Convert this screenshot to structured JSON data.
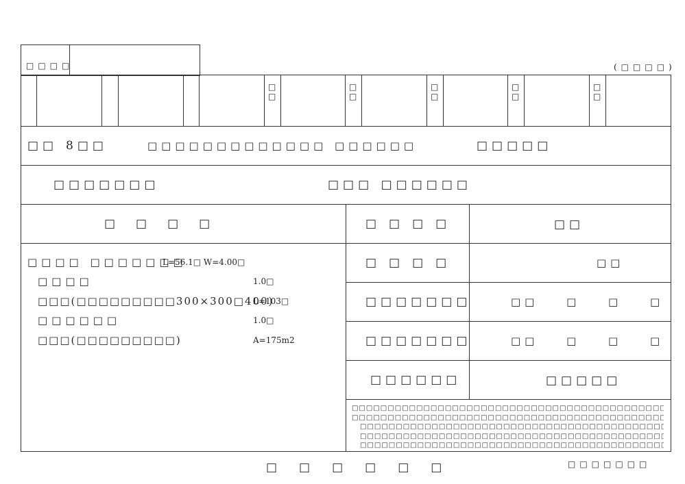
{
  "header": {
    "label_box": "□□□□",
    "top_right_note": "(□□□□)"
  },
  "stamp_row": {
    "vertical_marks": [
      "□□",
      "□□",
      "□□",
      "□□",
      "□□"
    ]
  },
  "title_row": {
    "prefix": "□□",
    "number": "8□□",
    "project_title": "□□□□□□□□□□□□□ □□□□□□",
    "right_text": "□□□□□"
  },
  "location_row": {
    "left_text": "□□□□□□□",
    "right_text": "□□□ □□□□□□"
  },
  "left_panel": {
    "header": "□□□□",
    "items": [
      {
        "name": "□□□□ □□□□□□□",
        "value": "L=56.1□ W=4.00□"
      },
      {
        "name": "□□□□",
        "value": "1.0□"
      },
      {
        "name": "□□□(□□□□□□□□□300×300□400)",
        "value": "L=103□"
      },
      {
        "name": "□□□□□□",
        "value": "1.0□"
      },
      {
        "name": "□□□(□□□□□□□□□)",
        "value": "A=175m2"
      }
    ]
  },
  "right_panel": {
    "rows": [
      {
        "label": "□□□□",
        "value": "□□"
      },
      {
        "label": "□□□□",
        "value": "□□"
      },
      {
        "label": "□□□□□□□",
        "value": "□□ □ □ □"
      },
      {
        "label": "□□□□□□□",
        "value": "□□ □ □ □"
      },
      {
        "label": "□□□□□□",
        "value": "□□□□□"
      }
    ],
    "notes": [
      "□□□□□□□□□□□□□□□□□□□□□□□□□□□□□□□□□□□□□□□□□□□□□□□□",
      "□□□□□□□□□□□□□□□□□□□□□□□□□□□□□□□□□□□□□□□□□□□□□□□□□□",
      "□□□□□□□□□□□□□□□□□□□□□□□□□□□□□□□□□□□□□□□□□□□□□□□□□□",
      "□□□□□□□□□□□□□□□□□□□□□□□□□□□□□□□□□□□□□□□□□□□□□□□□□□",
      "□□□□□□□□□□□□□□□□□□□□□□□□□□□□□□□□□□□□□□□□□□□□□"
    ]
  },
  "footer": {
    "center_text": "□□□□□□",
    "right_text": "□□□□□□□"
  }
}
